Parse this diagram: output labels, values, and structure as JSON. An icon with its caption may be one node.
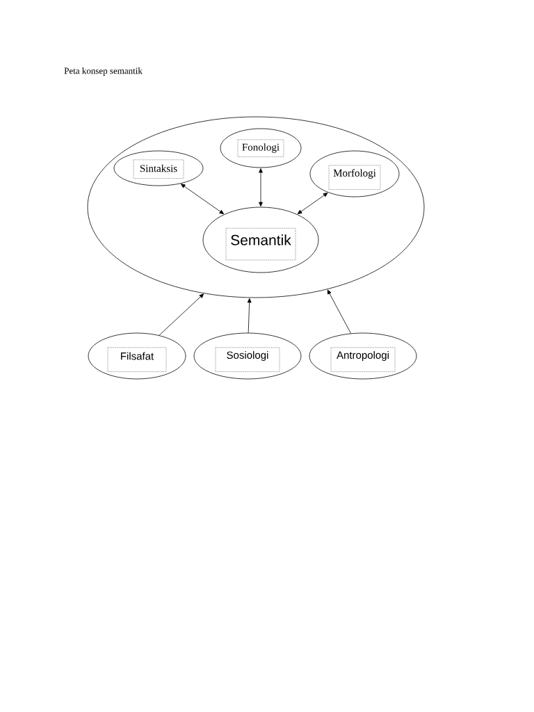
{
  "diagram": {
    "title": "Peta konsep semantik",
    "nodes": [
      {
        "text": [],
        "shape": "circle"
      },
      {
        "text": [
          "Fonologi"
        ],
        "in": 0
      },
      {
        "text": [
          "Sintaksis"
        ],
        "in": 0
      },
      {
        "text": [
          "Morfologi"
        ],
        "in": 0
      },
      {
        "text": [
          "Semantik"
        ],
        "in": 0
      },
      {
        "text": [
          "Filsafat"
        ]
      },
      {
        "text": [
          "Sosiologi"
        ]
      },
      {
        "text": [
          "Antropologi"
        ]
      }
    ],
    "edges": [
      {
        "from": 2,
        "to": 4,
        "arrow": "both"
      },
      {
        "from": 1,
        "to": 4,
        "arrow": "both"
      },
      {
        "from": 3,
        "to": 4,
        "arrow": "both"
      },
      {
        "from": 5,
        "to": 0,
        "arrow": "to"
      },
      {
        "from": 6,
        "to": 0,
        "arrow": "to"
      },
      {
        "from": 7,
        "to": 0,
        "arrow": "to"
      }
    ]
  }
}
